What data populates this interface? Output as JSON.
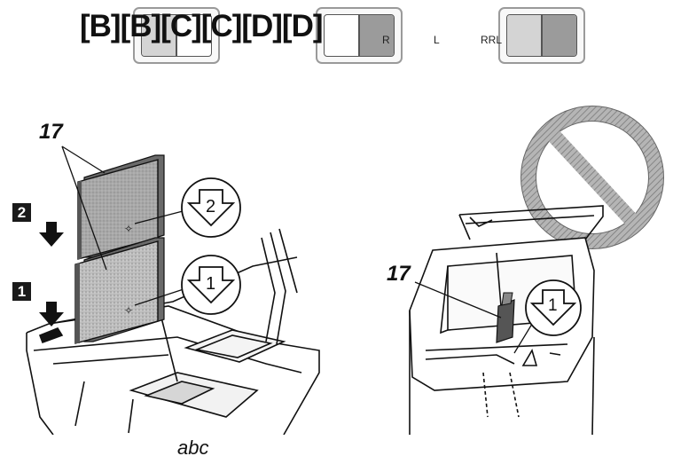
{
  "header": {
    "key_sequence": "[B][B][C][C][D][D]",
    "label_r": "R",
    "label_l": "L",
    "label_rrl": "RRL"
  },
  "figure_left": {
    "part_number": "17",
    "step_1": "1",
    "step_2": "2",
    "arrow_1": "1",
    "arrow_2": "2"
  },
  "figure_right": {
    "part_number": "17",
    "arrow_1": "1"
  },
  "caption": "abc"
}
